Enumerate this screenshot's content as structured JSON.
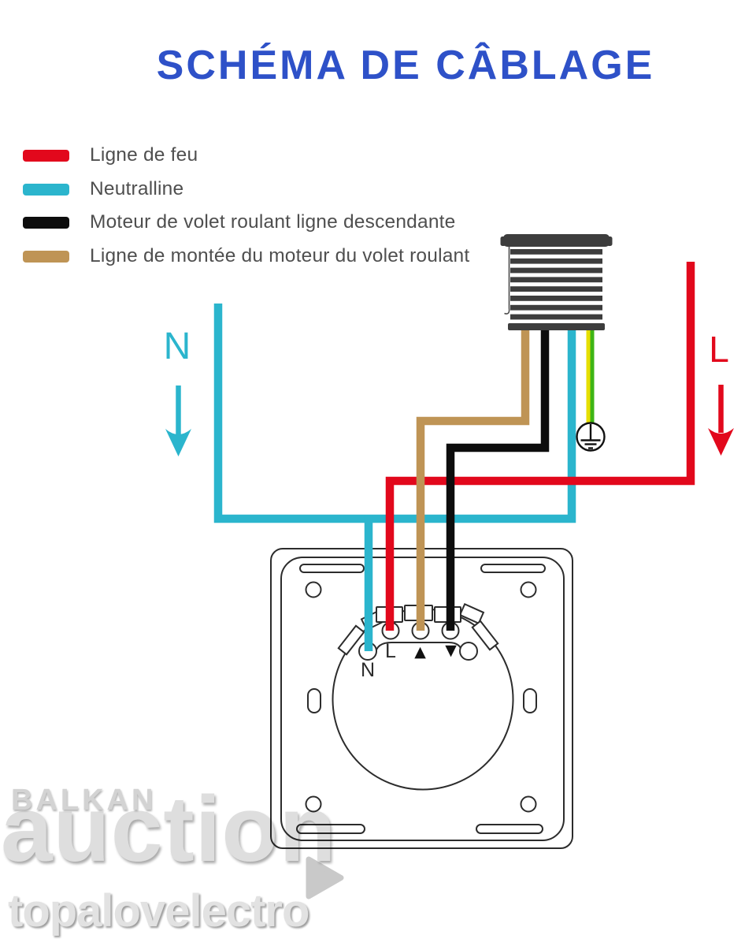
{
  "title": "SCHÉMA DE CÂBLAGE",
  "legend": {
    "items": [
      {
        "label": "Ligne de feu",
        "color": "#e2081c"
      },
      {
        "label": "Neutralline",
        "color": "#2bb5cd"
      },
      {
        "label": "Moteur de volet roulant ligne descendante",
        "color": "#0d0d0d"
      },
      {
        "label": "Ligne de montée du moteur du volet roulant",
        "color": "#bf9455"
      }
    ]
  },
  "supply": {
    "neutral_label": "N",
    "live_label": "L"
  },
  "switch": {
    "terminal_neutral": "N",
    "terminal_live": "L",
    "terminal_up": "▲",
    "terminal_down": "▼"
  },
  "colors": {
    "title": "#2e51c8",
    "live": "#e2081c",
    "neutral": "#2bb5cd",
    "motor_down": "#0d0d0d",
    "motor_up": "#bf9455",
    "ground_yellow": "#e6df00",
    "ground_green": "#3eb515",
    "legend_text": "#4f4f4f",
    "motor_body": "#3d3d3d",
    "watermark_gray": "#d6d6d6"
  },
  "watermark": {
    "line1": "BALKAN",
    "line2": "auction",
    "line3": "topalovelectro",
    "icon": "play-triangle"
  }
}
